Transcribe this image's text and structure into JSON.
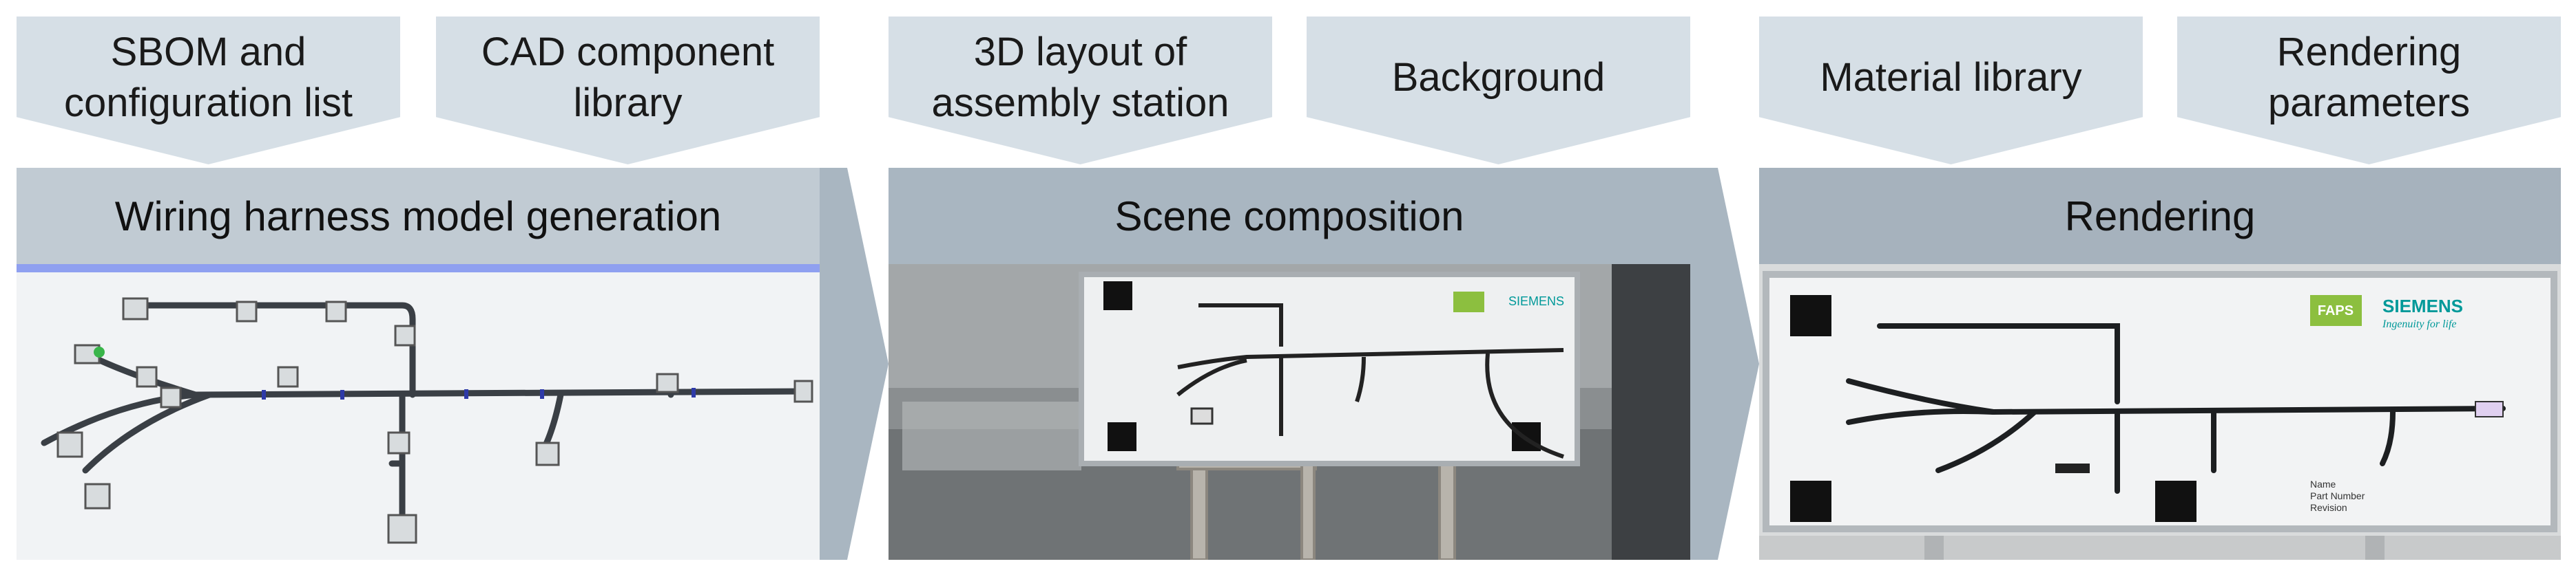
{
  "inputs": [
    {
      "id": "sbom",
      "label": "SBOM and configuration list"
    },
    {
      "id": "cad",
      "label": "CAD component library"
    },
    {
      "id": "layout",
      "label": "3D layout of assembly station"
    },
    {
      "id": "background",
      "label": "Background"
    },
    {
      "id": "material",
      "label": "Material library"
    },
    {
      "id": "params",
      "label": "Rendering parameters"
    }
  ],
  "stages": [
    {
      "id": "generation",
      "label": "Wiring harness model generation"
    },
    {
      "id": "composition",
      "label": "Scene composition"
    },
    {
      "id": "rendering",
      "label": "Rendering"
    }
  ],
  "board": {
    "logo_text": "FAPS",
    "brand": "SIEMENS",
    "brand_tagline": "Ingenuity for life",
    "label_lines": [
      "Name",
      "Part Number",
      "Revision"
    ]
  },
  "colors": {
    "input_bg": "#d6dfe6",
    "stage_bg": "#a9b6c1",
    "harness": "#3a3f45",
    "accent_blue": "#8fa0f0",
    "faps_green": "#8cbf3f",
    "siemens_teal": "#009999"
  }
}
